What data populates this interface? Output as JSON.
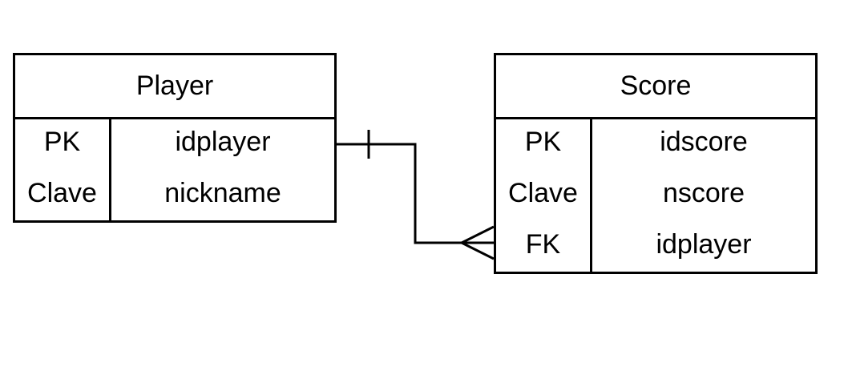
{
  "entities": {
    "player": {
      "name": "Player",
      "rows": [
        {
          "key": "PK",
          "field": "idplayer"
        },
        {
          "key": "Clave",
          "field": "nickname"
        }
      ]
    },
    "score": {
      "name": "Score",
      "rows": [
        {
          "key": "PK",
          "field": "idscore"
        },
        {
          "key": "Clave",
          "field": "nscore"
        },
        {
          "key": "FK",
          "field": "idplayer"
        }
      ]
    }
  },
  "relationship": {
    "from": "Player.idplayer",
    "to": "Score.idplayer",
    "from_cardinality": "one",
    "to_cardinality": "many"
  }
}
